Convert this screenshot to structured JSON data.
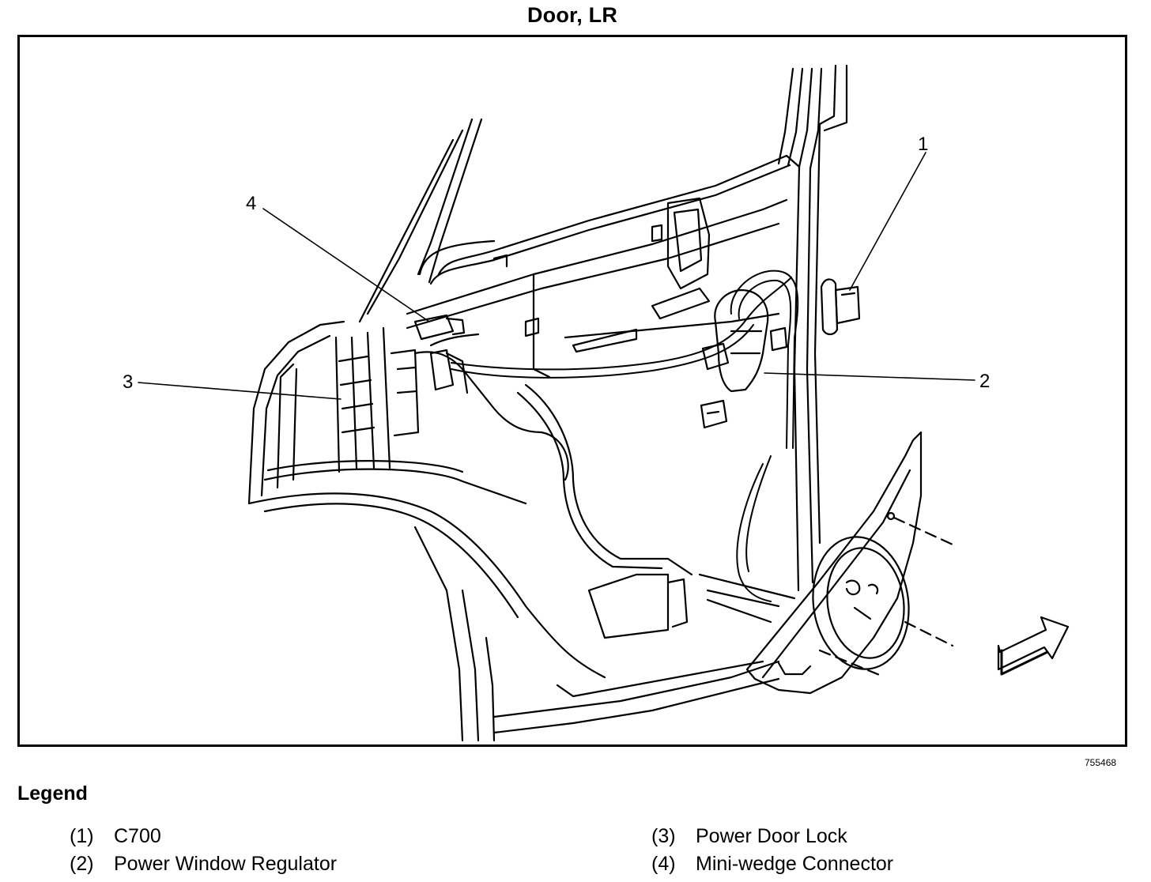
{
  "title": "Door, LR",
  "figure_id": "755468",
  "callouts": [
    "1",
    "2",
    "3",
    "4"
  ],
  "legend": {
    "heading": "Legend",
    "items": [
      {
        "num": "(1)",
        "label": "C700"
      },
      {
        "num": "(2)",
        "label": "Power Window Regulator"
      },
      {
        "num": "(3)",
        "label": "Power Door Lock"
      },
      {
        "num": "(4)",
        "label": "Mini-wedge Connector"
      }
    ]
  }
}
